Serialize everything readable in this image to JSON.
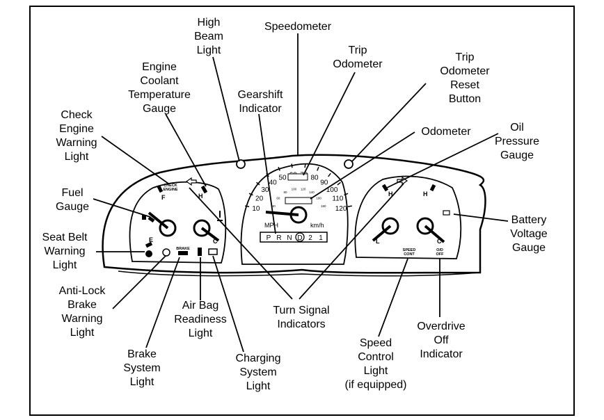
{
  "labels": {
    "high_beam": "High\nBeam\nLight",
    "speedometer": "Speedometer",
    "trip_odometer": "Trip\nOdometer",
    "trip_reset": "Trip\nOdometer\nReset\nButton",
    "coolant": "Engine\nCoolant\nTemperature\nGauge",
    "gearshift": "Gearshift\nIndicator",
    "check_engine": "Check\nEngine\nWarning\nLight",
    "odometer": "Odometer",
    "oil_pressure": "Oil\nPressure\nGauge",
    "fuel": "Fuel\nGauge",
    "seat_belt": "Seat Belt\nWarning\nLight",
    "battery": "Battery\nVoltage\nGauge",
    "abs": "Anti-Lock\nBrake\nWarning\nLight",
    "air_bag": "Air Bag\nReadiness\nLight",
    "turn_signal": "Turn Signal\nIndicators",
    "overdrive": "Overdrive\nOff\nIndicator",
    "speed_control": "Speed\nControl\nLight\n(if equipped)",
    "brake_system": "Brake\nSystem\nLight",
    "charging": "Charging\nSystem\nLight"
  },
  "cluster": {
    "speed_ticks": [
      "10",
      "20",
      "30",
      "40",
      "50",
      "60",
      "70",
      "80",
      "90",
      "100",
      "110",
      "120"
    ],
    "kmh_ticks": [
      "40",
      "60",
      "80",
      "100",
      "120",
      "140",
      "160",
      "180"
    ],
    "mph": "MPH",
    "kmh": "km/h",
    "gears": [
      "P",
      "R",
      "N",
      "D",
      "2",
      "1"
    ],
    "check_engine_text": "CHECK\nENGINE",
    "brake_text": "BRAKE",
    "speed_cont_text": "SPEED\nCONT",
    "od_off_text": "O/D\nOFF",
    "gauge_f": "F",
    "gauge_e": "E",
    "gauge_h": "H",
    "gauge_c": "C",
    "gauge_l": "L"
  }
}
